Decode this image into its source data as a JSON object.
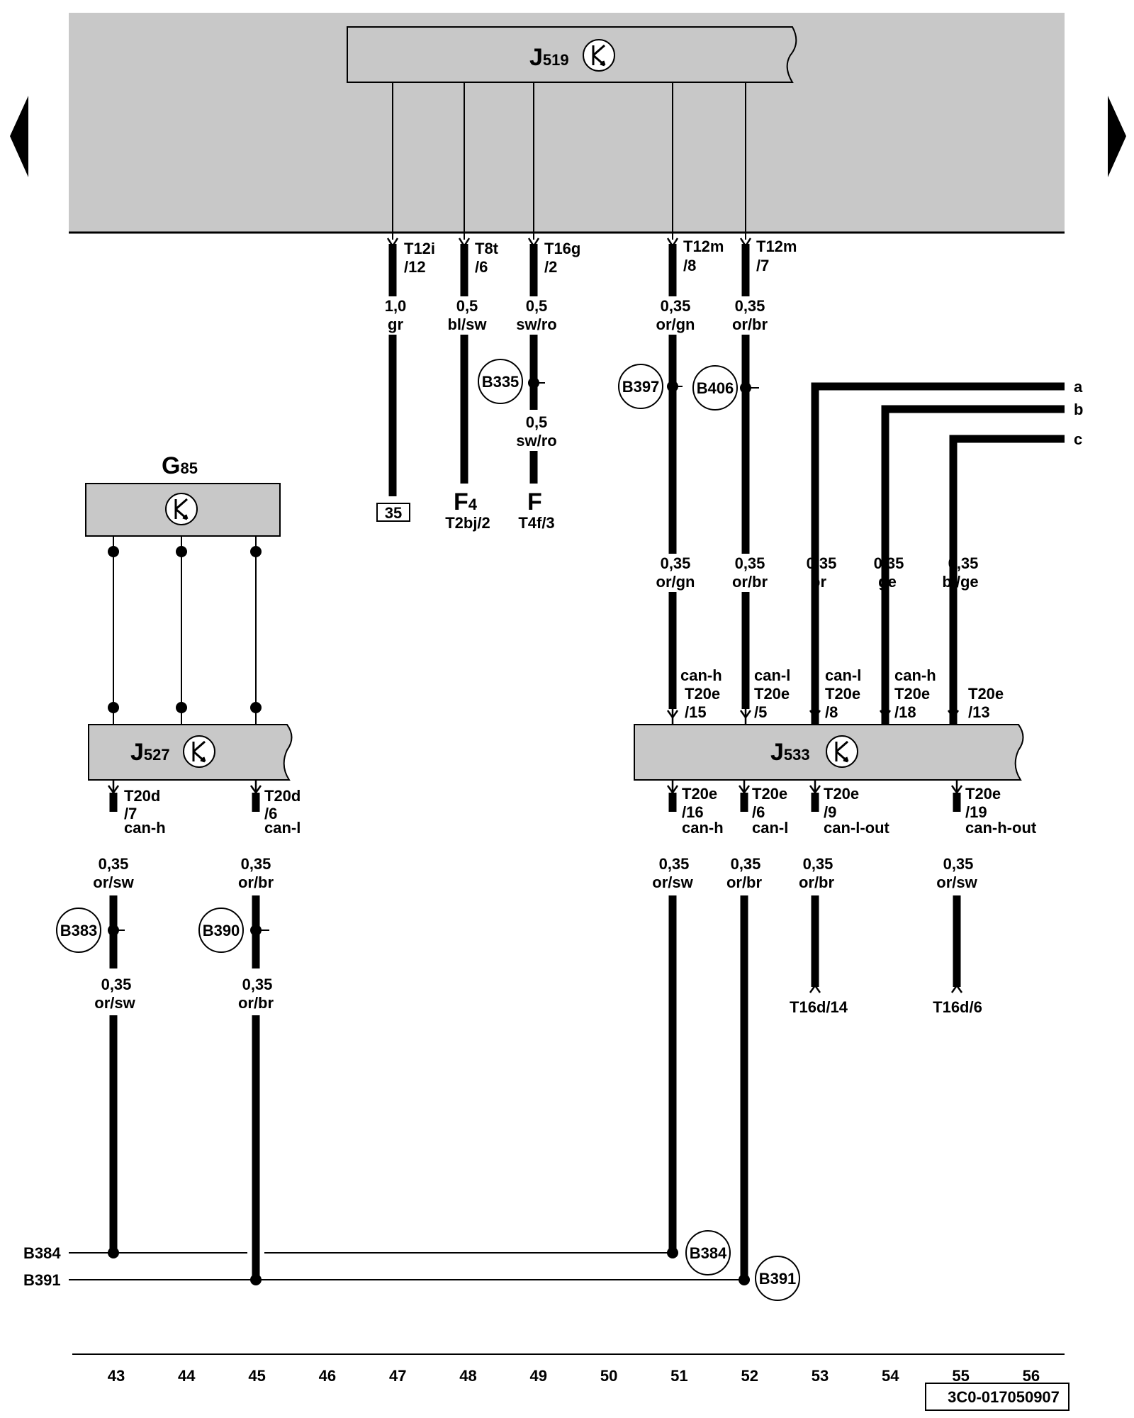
{
  "nav": {
    "prev_icon": "triangle-left-icon",
    "next_icon": "triangle-right-icon"
  },
  "components": {
    "j519": {
      "main": "J",
      "sub": "519"
    },
    "g85": {
      "main": "G",
      "sub": "85"
    },
    "j527": {
      "main": "J",
      "sub": "527"
    },
    "j533": {
      "main": "J",
      "sub": "533"
    },
    "ctrl_icon": "control-unit-icon"
  },
  "pins": {
    "p1": [
      "T12i",
      "/12"
    ],
    "p2": [
      "T8t",
      "/6"
    ],
    "p3": [
      "T16g",
      "/2"
    ],
    "p4": [
      "T12m",
      "/8"
    ],
    "p5": [
      "T12m",
      "/7"
    ],
    "j533_in1": [
      "can-h",
      "T20e",
      "/15"
    ],
    "j533_in2": [
      "can-l",
      "T20e",
      "/5"
    ],
    "j533_in3": [
      "can-l",
      "T20e",
      "/8"
    ],
    "j533_in4": [
      "can-h",
      "T20e",
      "/18"
    ],
    "j533_in5": [
      "T20e",
      "/13"
    ],
    "j527_out1": [
      "T20d",
      "/7",
      "can-h"
    ],
    "j527_out2": [
      "T20d",
      "/6",
      "can-l"
    ],
    "j533_out1": [
      "T20e",
      "/16",
      "can-h"
    ],
    "j533_out2": [
      "T20e",
      "/6",
      "can-l"
    ],
    "j533_out3": [
      "T20e",
      "/9",
      "can-l-out"
    ],
    "j533_out4": [
      "T20e",
      "/19",
      "can-h-out"
    ]
  },
  "wires": {
    "w47": [
      "1,0",
      "gr"
    ],
    "w48": [
      "0,5",
      "bl/sw"
    ],
    "w49a": [
      "0,5",
      "sw/ro"
    ],
    "w49b": [
      "0,5",
      "sw/ro"
    ],
    "w51a": [
      "0,35",
      "or/gn"
    ],
    "w52a": [
      "0,35",
      "or/br"
    ],
    "w51b": [
      "0,35",
      "or/gn"
    ],
    "w52b": [
      "0,35",
      "or/br"
    ],
    "w53": [
      "0,35",
      "br"
    ],
    "w54": [
      "0,35",
      "ge"
    ],
    "w55": [
      "0,35",
      "bl/ge"
    ],
    "w43a": [
      "0,35",
      "or/sw"
    ],
    "w45a": [
      "0,35",
      "or/br"
    ],
    "w43b": [
      "0,35",
      "or/sw"
    ],
    "w45b": [
      "0,35",
      "or/br"
    ],
    "w51c": [
      "0,35",
      "or/sw"
    ],
    "w52c": [
      "0,35",
      "or/br"
    ],
    "w53c": [
      "0,35",
      "or/br"
    ],
    "w55c": [
      "0,35",
      "or/sw"
    ]
  },
  "connectors": {
    "b335": "B335",
    "b397": "B397",
    "b406": "B406",
    "b383": "B383",
    "b390": "B390",
    "b384": "B384",
    "b391": "B391"
  },
  "refs": {
    "ref35": "35",
    "f4_main": "F",
    "f4_sub": "4",
    "f4_pin": "T2bj/2",
    "f_main": "F",
    "f_pin": "T4f/3",
    "t16d14": "T16d/14",
    "t16d6": "T16d/6",
    "a": "a",
    "b": "b",
    "c": "c",
    "bus_b384": "B384",
    "bus_b391": "B391"
  },
  "tracks": [
    "43",
    "44",
    "45",
    "46",
    "47",
    "48",
    "49",
    "50",
    "51",
    "52",
    "53",
    "54",
    "55",
    "56"
  ],
  "doc_id": "3C0-017050907"
}
